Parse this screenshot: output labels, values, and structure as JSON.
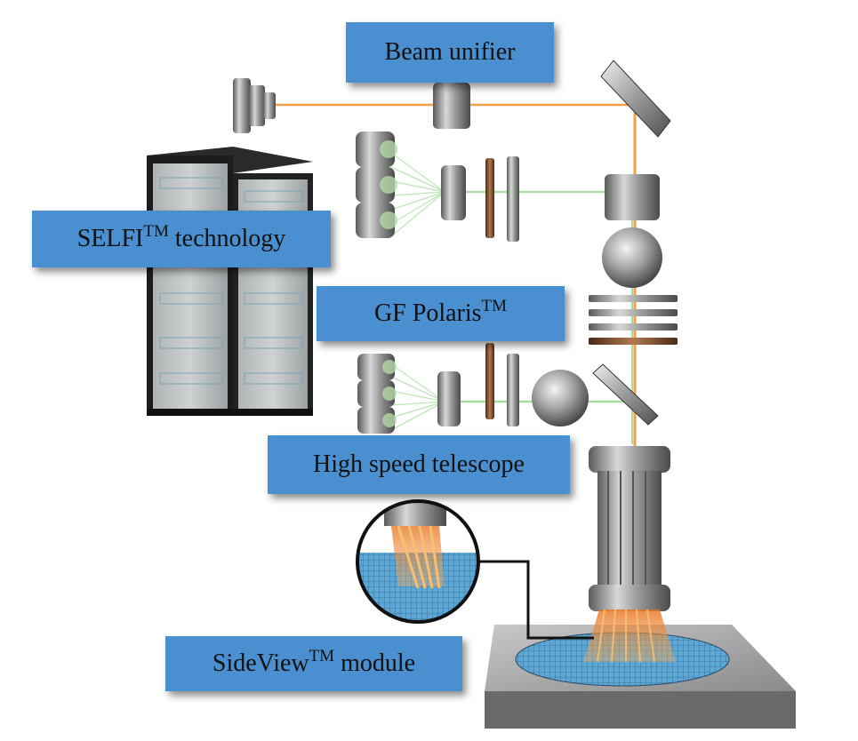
{
  "labels": {
    "beam_unifier": "Beam unifier",
    "selfi_main": "SELFI",
    "selfi_sup": "TM",
    "selfi_tail": " technology",
    "polaris_main": "GF Polaris",
    "polaris_sup": "TM",
    "telescope": "High speed telescope",
    "sideview_main": "SideView",
    "sideview_sup": "TM",
    "sideview_tail": " module"
  },
  "colors": {
    "label_bg": "#4a8fd0",
    "beam_orange": "#f0a04a",
    "beam_green": "#a8dca0",
    "metal": "#8a8a8a",
    "plate_brown": "#7a4a30",
    "wafer_blue": "#5aa8d8"
  }
}
